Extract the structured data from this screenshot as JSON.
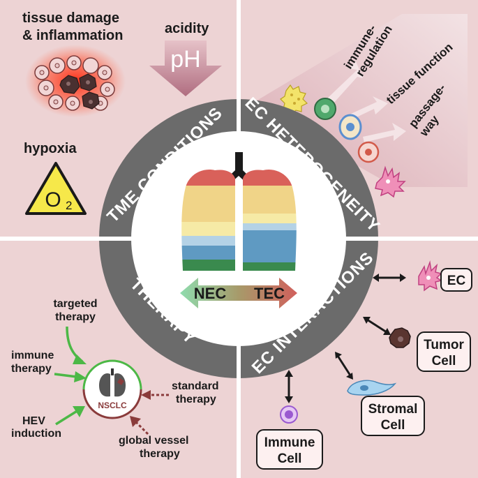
{
  "quadrants": {
    "tme_conditions": {
      "title": "TME CONDITIONS",
      "tissue_damage": [
        "tissue damage",
        "& inflammation"
      ],
      "acidity": "acidity",
      "ph": "pH",
      "hypoxia": "hypoxia",
      "o2": "O",
      "o2_sub": "2"
    },
    "ec_heterogeneity": {
      "title": "EC HETEROGENEITY",
      "arrows": [
        [
          "immune-",
          "regulation"
        ],
        [
          "tissue function"
        ],
        [
          "passage-",
          "way"
        ]
      ]
    },
    "therapy": {
      "title": "THERAPY",
      "targeted": [
        "targeted",
        "therapy"
      ],
      "immune": [
        "immune",
        "therapy"
      ],
      "hev": [
        "HEV",
        "induction"
      ],
      "standard": [
        "standard",
        "therapy"
      ],
      "global": [
        "global vessel",
        "therapy"
      ],
      "nsclc": "NSCLC"
    },
    "ec_interactions": {
      "title": "EC INTERACTIONS",
      "partners": {
        "ec": "EC",
        "tumor": [
          "Tumor",
          "Cell"
        ],
        "stromal": [
          "Stromal",
          "Cell"
        ],
        "immune": [
          "Immune",
          "Cell"
        ]
      }
    }
  },
  "center": {
    "nec": "NEC",
    "tec": "TEC"
  },
  "colors": {
    "panel_bg": "#edd3d4",
    "ring": "#6b6b6b",
    "divider": "#ffffff",
    "nec_green": "#8fdcae",
    "tec_red": "#d1605c",
    "therapy_green": "#4cb846",
    "dashed_red": "#8a3b3b"
  }
}
